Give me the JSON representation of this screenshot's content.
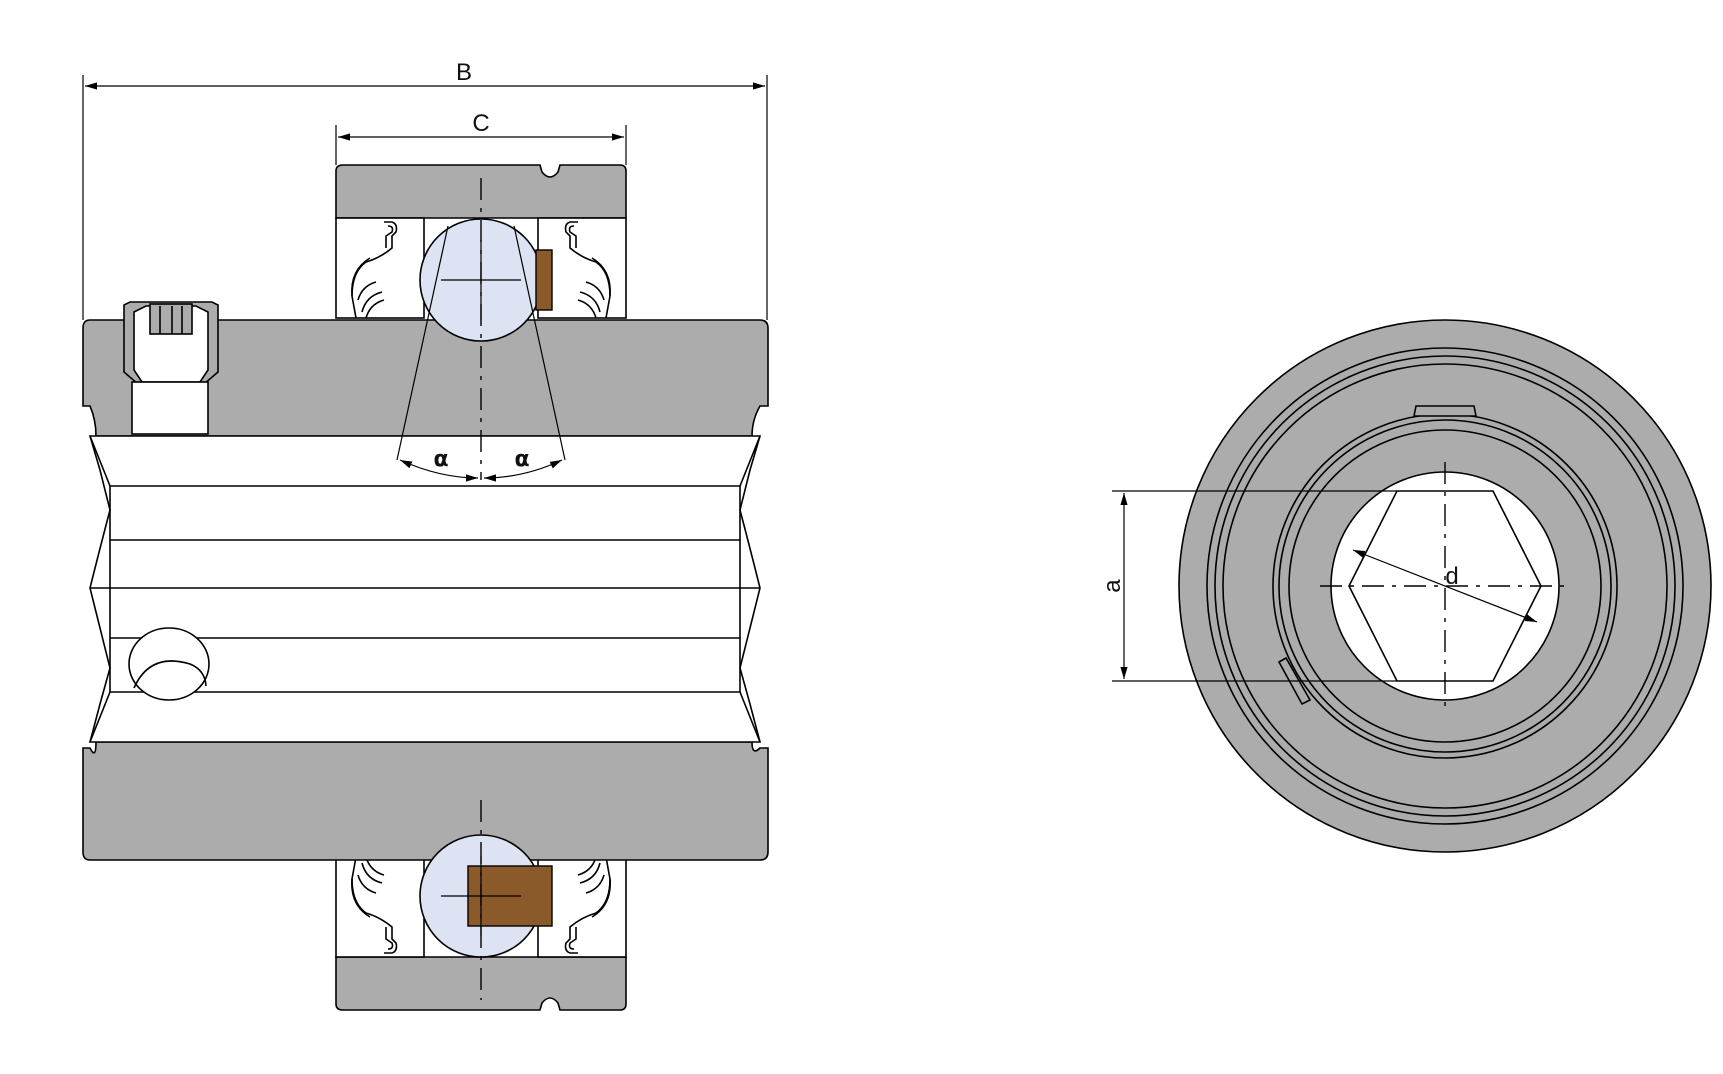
{
  "labels": {
    "B": "B",
    "C": "C",
    "alpha_left": "α",
    "alpha_right": "α",
    "a": "a",
    "d": "d"
  },
  "colors": {
    "steel": "#acacac",
    "ball": "#dde3f2",
    "cage": "#8b5a2b",
    "line": "#000000",
    "background": "#ffffff"
  }
}
